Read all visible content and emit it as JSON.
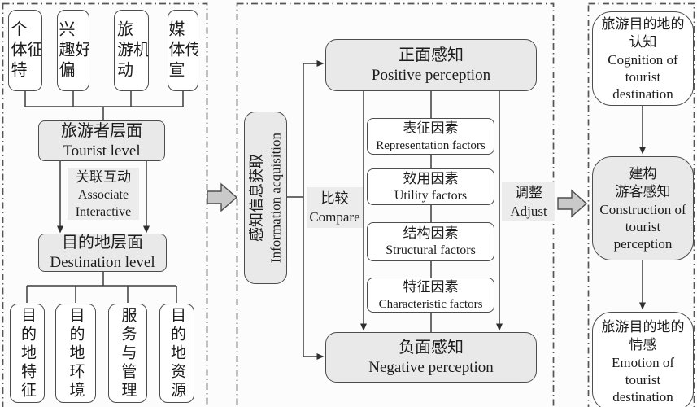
{
  "diagram_title": "",
  "colors": {
    "box_fill_grey": "#e9e9e9",
    "box_fill_white": "#ffffff",
    "box_border": "#4d4d4d",
    "label_bg": "#ececec",
    "big_arrow_fill": "#c9c9c9",
    "line_color": "#3c3c3c"
  },
  "left_panel": {
    "top_boxes": [
      {
        "zh": "个体特征"
      },
      {
        "zh": "兴趣偏好"
      },
      {
        "zh": "旅游动机"
      },
      {
        "zh": "媒体宣传"
      }
    ],
    "tourist_level": {
      "zh": "旅游者层面",
      "en": "Tourist level"
    },
    "associate": {
      "zh": "关联互动",
      "en1": "Associate",
      "en2": "Interactive"
    },
    "destination_level": {
      "zh": "目的地层面",
      "en": "Destination level"
    },
    "bottom_boxes": [
      {
        "zh": "目的地特征"
      },
      {
        "zh": "目的地环境"
      },
      {
        "zh": "服务与管理"
      },
      {
        "zh": "目的地资源"
      }
    ]
  },
  "middle_panel": {
    "info_acquisition": {
      "zh": "感知信息获取",
      "en": "Information acquisition"
    },
    "positive": {
      "zh": "正面感知",
      "en": "Positive perception"
    },
    "factors": [
      {
        "zh": "表征因素",
        "en": "Representation factors"
      },
      {
        "zh": "效用因素",
        "en": "Utility factors"
      },
      {
        "zh": "结构因素",
        "en": "Structural factors"
      },
      {
        "zh": "特征因素",
        "en": "Characteristic factors"
      }
    ],
    "negative": {
      "zh": "负面感知",
      "en": "Negative perception"
    },
    "compare": {
      "zh": "比较",
      "en": "Compare"
    },
    "adjust": {
      "zh": "调整",
      "en": "Adjust"
    }
  },
  "right_panel": {
    "cognition": {
      "zh1": "旅游目的地的",
      "zh2": "认知",
      "en": "Cognition of tourist destination"
    },
    "construction": {
      "zh1": "建构",
      "zh2": "游客感知",
      "en": "Construction of tourist perception"
    },
    "emotion": {
      "zh1": "旅游目的地的",
      "zh2": "情感",
      "en": "Emotion of tourist destination"
    }
  }
}
